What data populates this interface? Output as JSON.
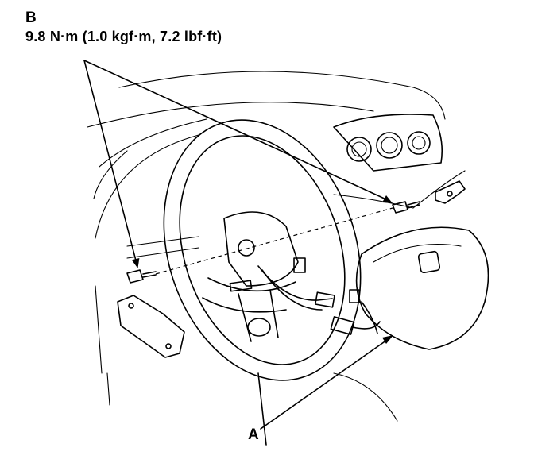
{
  "labels": {
    "b": "B",
    "torque": "9.8 N·m (1.0 kgf·m, 7.2 lbf·ft)",
    "a": "A"
  },
  "colors": {
    "ink": "#000000",
    "paper": "#ffffff"
  }
}
